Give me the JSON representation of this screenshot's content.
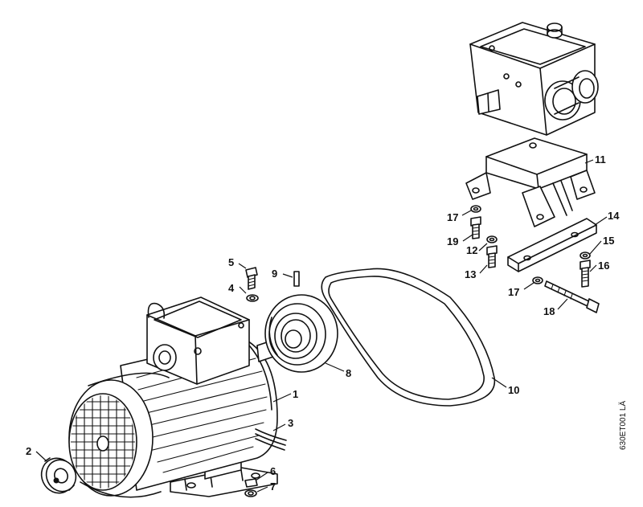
{
  "document_ref": "630ET001 LÄ",
  "callouts": {
    "c1": "1",
    "c2": "2",
    "c3": "3",
    "c4": "4",
    "c5": "5",
    "c6": "6",
    "c7": "7",
    "c8": "8",
    "c9": "9",
    "c10": "10",
    "c11": "11",
    "c12": "12",
    "c13": "13",
    "c14": "14",
    "c15": "15",
    "c16": "16",
    "c17a": "17",
    "c17b": "17",
    "c18": "18",
    "c19": "19"
  }
}
